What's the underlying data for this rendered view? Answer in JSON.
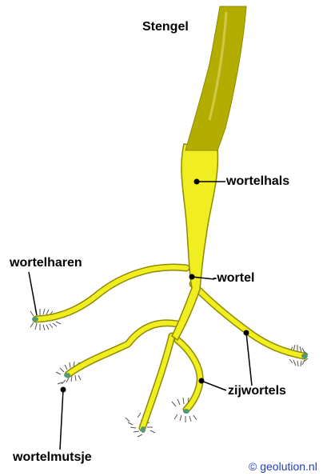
{
  "labels": {
    "stem": "Stengel",
    "root_neck": "wortelhals",
    "root_hairs": "wortelharen",
    "root": "wortel",
    "lateral_roots": "zijwortels",
    "root_cap": "wortelmutsje"
  },
  "credit": {
    "symbol": "©",
    "text": "geolution.nl"
  },
  "colors": {
    "stem": "#b3ad00",
    "root": "#f0ee20",
    "outline": "#8f8a00",
    "cap": "#4f9a74",
    "hairs": "#555555"
  }
}
